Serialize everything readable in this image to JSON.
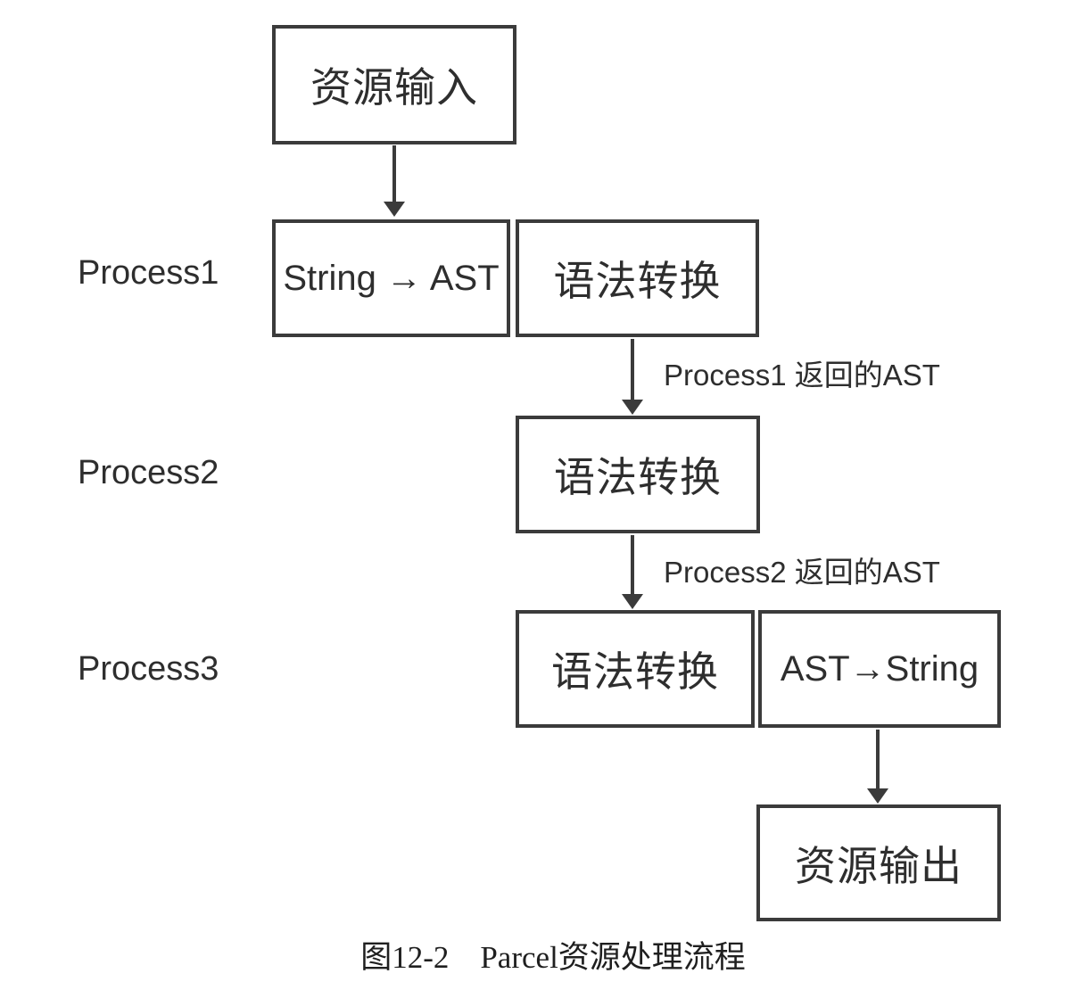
{
  "diagram": {
    "nodes": {
      "input": "资源输入",
      "string_to_ast": "String → AST",
      "syntax_transform_1": "语法转换",
      "syntax_transform_2": "语法转换",
      "syntax_transform_3": "语法转换",
      "ast_to_string": "AST→String",
      "output": "资源输出"
    },
    "row_labels": {
      "process1": "Process1",
      "process2": "Process2",
      "process3": "Process3"
    },
    "edge_labels": {
      "process1_ast": "Process1 返回的AST",
      "process2_ast": "Process2 返回的AST"
    },
    "caption": "图12-2　Parcel资源处理流程",
    "colors": {
      "border": "#3b3b3b",
      "text": "#2e2e2e",
      "background": "#ffffff"
    }
  }
}
